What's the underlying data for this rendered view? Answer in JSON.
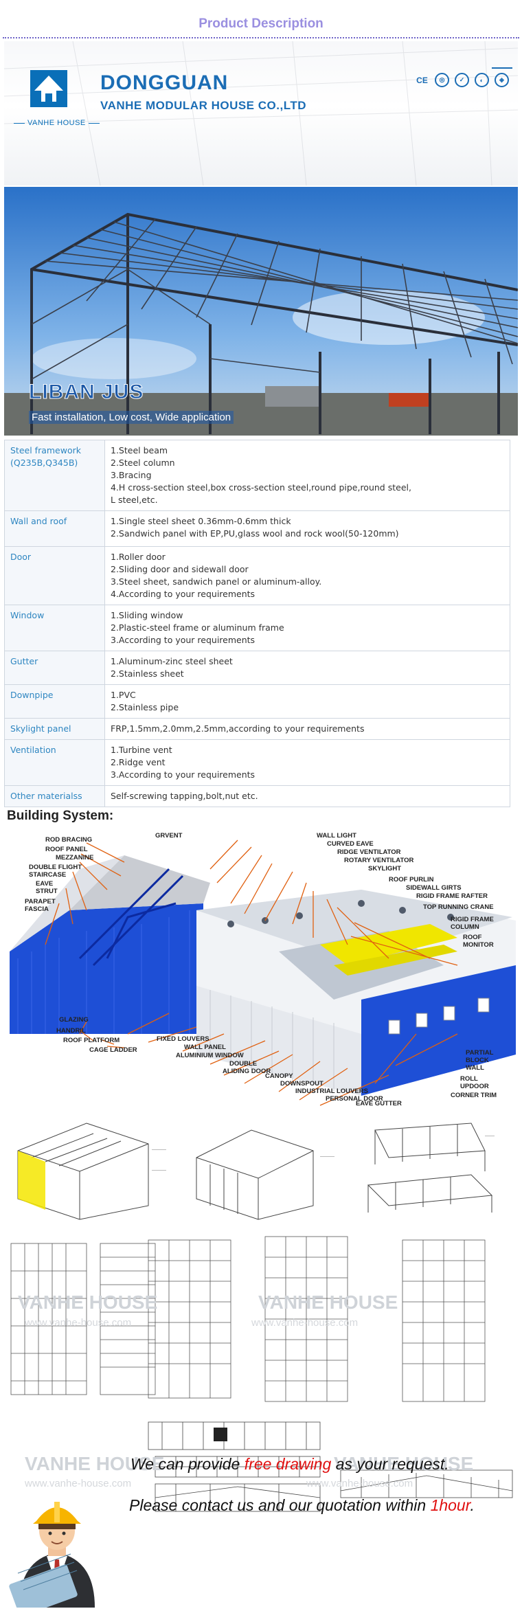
{
  "header": {
    "title": "Product Description"
  },
  "banner": {
    "brand_tag": "VANHE HOUSE",
    "company_line1": "DONGGUAN",
    "company_line2": "VANHE MODULAR HOUSE CO.,LTD",
    "cert_ce": "CE"
  },
  "hero": {
    "title": "LIBAN JUS",
    "subtitle": "Fast installation, Low cost, Wide application"
  },
  "spec_table": {
    "rows": [
      {
        "key": "Steel framework\n(Q235B,Q345B)",
        "value": "1.Steel beam\n2.Steel column\n3.Bracing\n4.H cross-section steel,box cross-section steel,round pipe,round steel,\nL steel,etc."
      },
      {
        "key": "Wall and roof",
        "value": "1.Single steel sheet 0.36mm-0.6mm thick\n2.Sandwich panel with EP,PU,glass wool and rock wool(50-120mm)"
      },
      {
        "key": "Door",
        "value": "1.Roller door\n2.Sliding door and sidewall door\n3.Steel sheet, sandwich panel or aluminum-alloy.\n4.According to your requirements"
      },
      {
        "key": "Window",
        "value": "1.Sliding window\n2.Plastic-steel frame or aluminum frame\n3.According to your requirements"
      },
      {
        "key": "Gutter",
        "value": "1.Aluminum-zinc steel sheet\n2.Stainless sheet"
      },
      {
        "key": "Downpipe",
        "value": "1.PVC\n2.Stainless pipe"
      },
      {
        "key": "Skylight panel",
        "value": "FRP,1.5mm,2.0mm,2.5mm,according to your requirements"
      },
      {
        "key": "Ventilation",
        "value": "1.Turbine vent\n2.Ridge vent\n3.According to your requirements"
      },
      {
        "key": "Other materialss",
        "value": "Self-screwing tapping,bolt,nut etc."
      }
    ]
  },
  "building_system": {
    "title": "Building System:",
    "labels": {
      "rod_bracing": "ROD BRACING",
      "grvent": "GRVENT",
      "roof_panel": "ROOF PANEL",
      "mezzanine": "MEZZANINE",
      "double_flight": "DOUBLE FLIGHT",
      "staircase": "STAIRCASE",
      "eave": "EAVE",
      "strut": "STRUT",
      "parapet": "PARAPET",
      "fascia": "FASCIA",
      "wall_light": "WALL LIGHT",
      "curved_eave": "CURVED EAVE",
      "ridge_ventilator": "RIDGE VENTILATOR",
      "rotary_ventilator": "ROTARY VENTILATOR",
      "skylight": "SKYLIGHT",
      "roof_purlin": "ROOF PURLIN",
      "sidewall_girts": "SIDEWALL GIRTS",
      "rigid_frame_rafter": "RIGID FRAME RAFTER",
      "top_running_crane": "TOP RUNNING CRANE",
      "rigid_frame": "RIGID FRAME",
      "column": "COLUMN",
      "roof": "ROOF",
      "monitor": "MONITOR",
      "glazing": "GLAZING",
      "handril": "HANDRIL",
      "roof_platform": "ROOF PLATFORM",
      "cage_ladder": "CAGE LADDER",
      "fixed_louvers": "FIXED LOUVERS",
      "wall_panel": "WALL PANEL",
      "aluminium_window": "ALUMINIUM WINDOW",
      "double": "DOUBLE",
      "aliding_door": "ALIDING DOOR",
      "canopy": "CANOPY",
      "downspout": "DOWNSPOUT",
      "industrial_louvers": "INDUSTRIAL LOUVERS",
      "personal_door": "PERSONAL DOOR",
      "eave_gutter": "EAVE GUTTER",
      "partial": "PARTIAL",
      "block": "BLOCK",
      "wall": "WALL",
      "roll": "ROLL",
      "updoor": "UPDOOR",
      "corner_trim": "CORNER TRIM"
    }
  },
  "watermark": {
    "brand": "VANHE HOUSE",
    "site": "www.vanhe-house.com"
  },
  "cta": {
    "line1_a": "We can provide ",
    "line1_hl": "free drawing",
    "line1_b": " as your request.",
    "line2_a": "Please contact us and our quotation within ",
    "line2_hl": "1hour",
    "line2_b": "."
  },
  "colors": {
    "brand_blue": "#1b6db5",
    "header_purple": "#9a8fe0",
    "spec_key": "#2e86c1",
    "highlight_red": "#e01010",
    "building_blue": "#1e4fd6"
  }
}
